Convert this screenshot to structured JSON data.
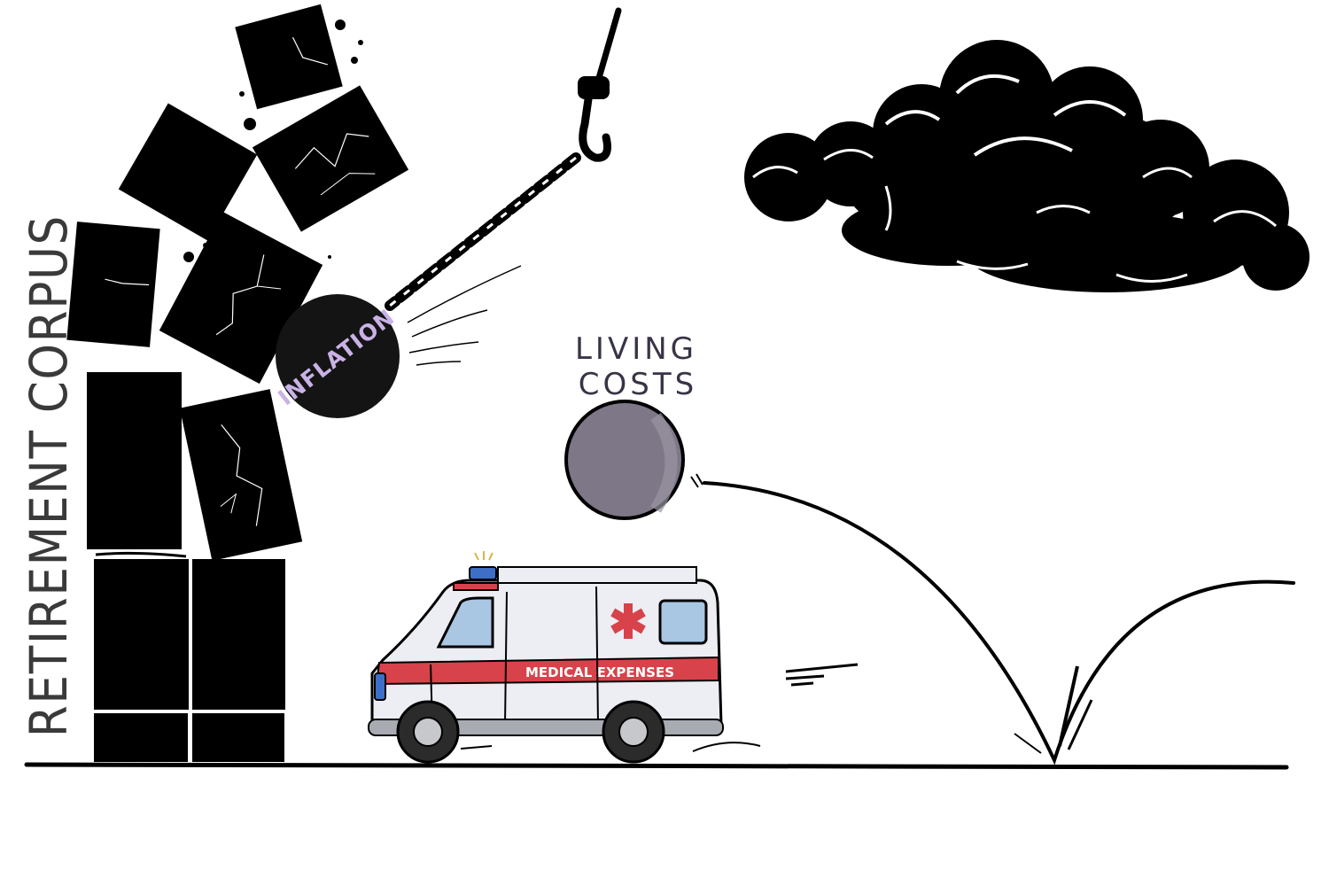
{
  "illustration": {
    "tower_label": "RETIREMENT CORPUS",
    "wrecking_ball_label": "INFLATION",
    "living_costs_label_line1": "LIVING",
    "living_costs_label_line2": "COSTS",
    "ambulance_stripe_label": "MEDICAL EXPENSES"
  },
  "colors": {
    "ink": "#000000",
    "ball_gray": "#7d7787",
    "ball_highlight": "#9a94a3",
    "ambulance_body": "#eceef3",
    "ambulance_red": "#d8424a",
    "window_blue": "#a9c6e3",
    "inflation_text": "#c9b2e6",
    "label_text": "#3a3346"
  },
  "icons": [
    "cloud-icon",
    "crane-hook-icon",
    "medical-star-icon",
    "siren-icon"
  ]
}
